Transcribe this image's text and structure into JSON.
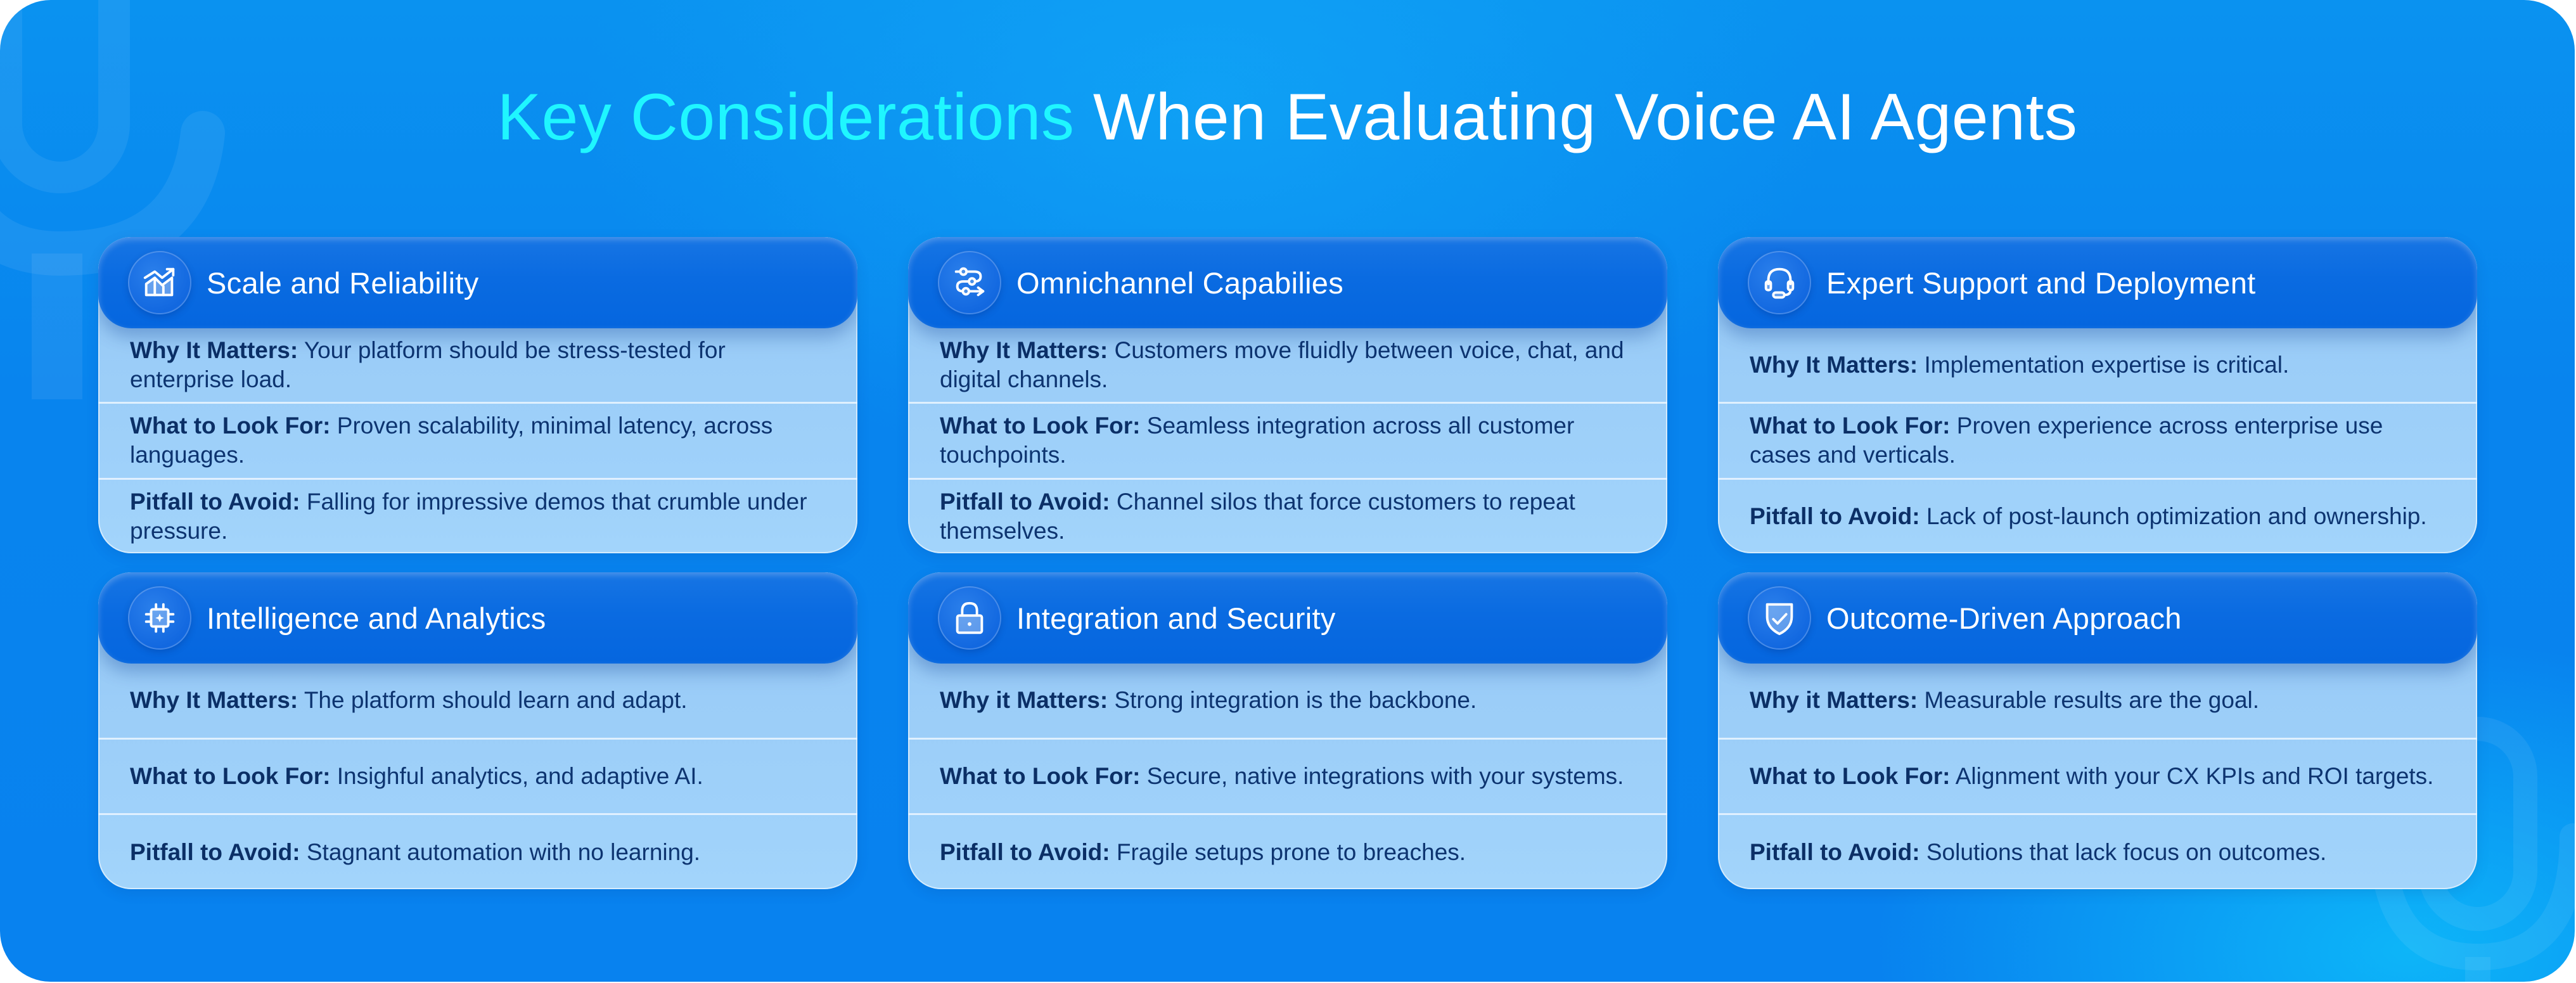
{
  "title": {
    "accent": "Key Considerations",
    "rest": "When Evaluating Voice AI Agents"
  },
  "colors": {
    "background": "#0884ee",
    "title_accent": "#1ff6ff",
    "title_text": "#ffffff",
    "card_header": "#0a6be1",
    "card_body": "#9bcdf8",
    "label_text": "#0b2f66",
    "body_text": "#0d3470"
  },
  "cards": [
    {
      "icon": "growth-chart-icon",
      "title": "Scale and Reliability",
      "rows": [
        {
          "label": "Why It Matters:",
          "text": "Your platform should be stress-tested for enterprise load."
        },
        {
          "label": "What to Look For:",
          "text": "Proven scalability, minimal latency, across languages."
        },
        {
          "label": "Pitfall to Avoid:",
          "text": "Falling for impressive demos that crumble under pressure."
        }
      ]
    },
    {
      "icon": "omnichannel-flow-icon",
      "title": "Omnichannel Capabilies",
      "rows": [
        {
          "label": "Why It Matters:",
          "text": "Customers move fluidly between voice, chat, and digital channels."
        },
        {
          "label": "What to Look For:",
          "text": "Seamless integration across all customer touchpoints."
        },
        {
          "label": "Pitfall to Avoid:",
          "text": "Channel silos that force customers to repeat themselves."
        }
      ]
    },
    {
      "icon": "headset-icon",
      "title": "Expert Support and Deployment",
      "rows": [
        {
          "label": "Why It Matters:",
          "text": "Implementation expertise is critical."
        },
        {
          "label": "What to Look For:",
          "text": "Proven experience across enterprise use cases and verticals."
        },
        {
          "label": "Pitfall to Avoid:",
          "text": "Lack of post-launch optimization and ownership."
        }
      ]
    },
    {
      "icon": "ai-chip-icon",
      "title": "Intelligence and Analytics",
      "rows": [
        {
          "label": "Why It Matters:",
          "text": "The platform should learn and adapt."
        },
        {
          "label": "What to Look For:",
          "text": "Insighful analytics, and adaptive AI."
        },
        {
          "label": "Pitfall to Avoid:",
          "text": "Stagnant automation with no learning."
        }
      ]
    },
    {
      "icon": "lock-icon",
      "title": "Integration and Security",
      "rows": [
        {
          "label": "Why it Matters:",
          "text": "Strong integration is the backbone."
        },
        {
          "label": "What to Look For:",
          "text": "Secure, native integrations with your systems."
        },
        {
          "label": "Pitfall to Avoid:",
          "text": "Fragile setups prone to breaches."
        }
      ]
    },
    {
      "icon": "shield-check-icon",
      "title": "Outcome-Driven Approach",
      "rows": [
        {
          "label": "Why it Matters:",
          "text": "Measurable results are the goal."
        },
        {
          "label": "What to Look For:",
          "text": "Alignment with your CX KPIs and ROI targets."
        },
        {
          "label": "Pitfall to Avoid:",
          "text": "Solutions that lack focus on outcomes."
        }
      ]
    }
  ]
}
